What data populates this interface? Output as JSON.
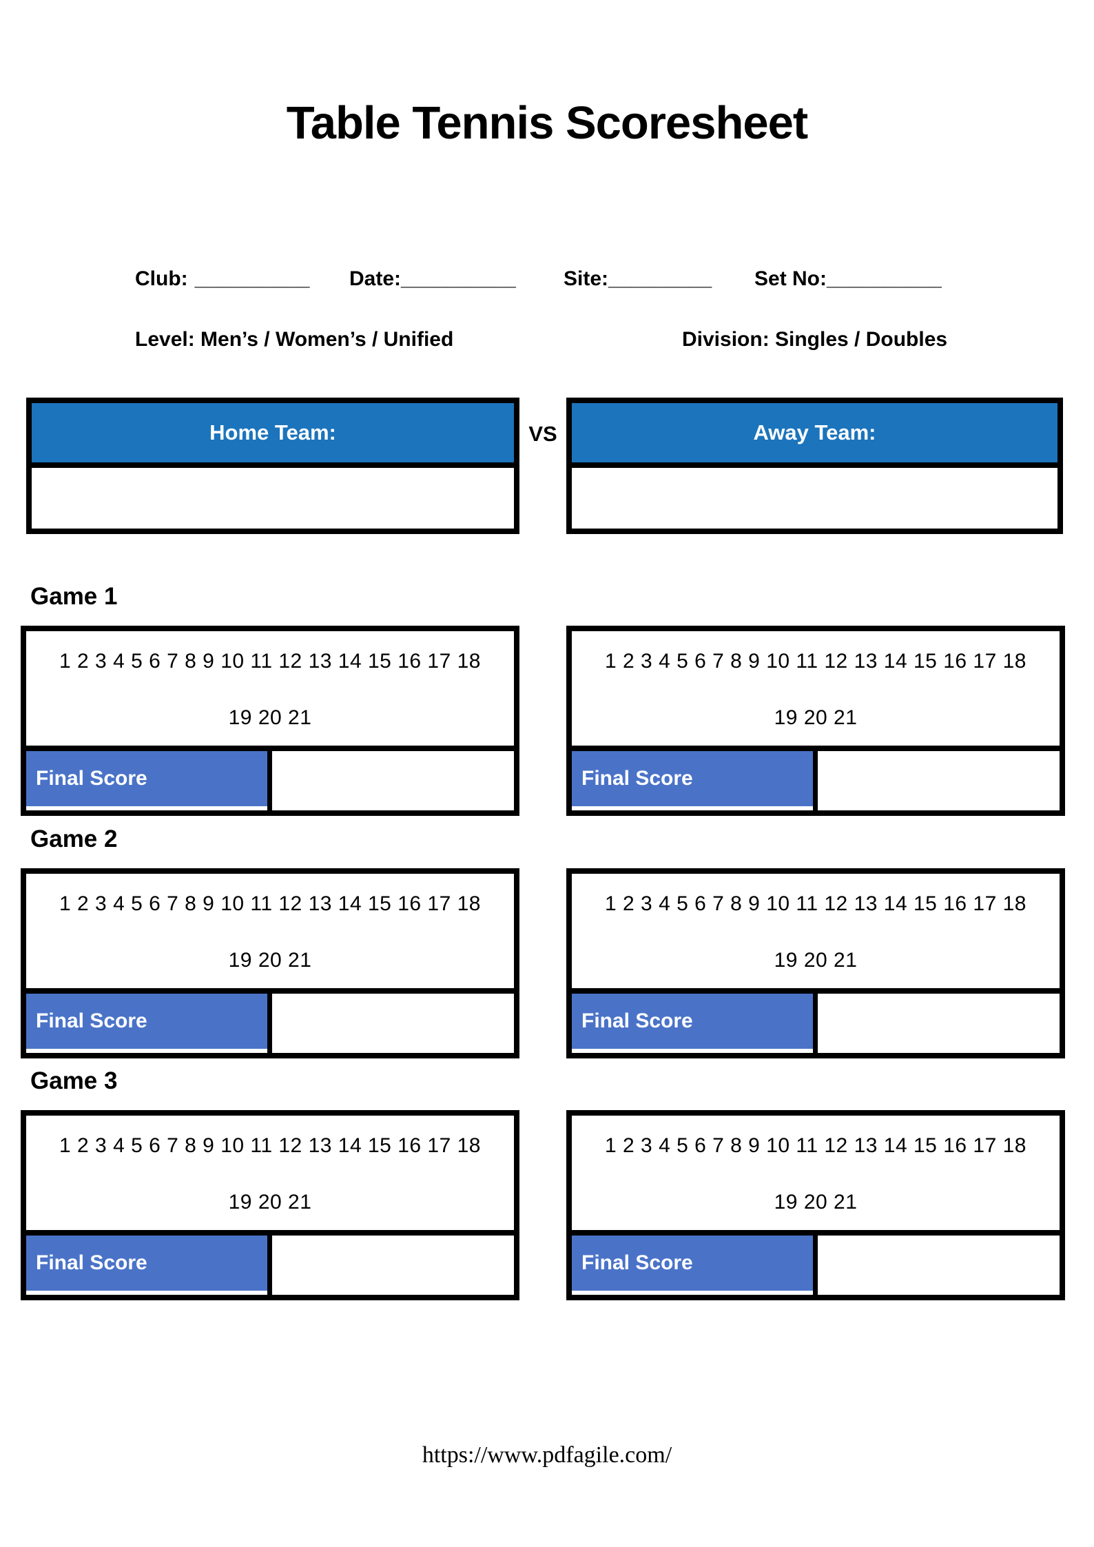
{
  "document": {
    "title": "Table Tennis Scoresheet",
    "footer_url": "https://www.pdfagile.com/"
  },
  "meta": {
    "fields": [
      {
        "label": "Club:",
        "blank": "__________"
      },
      {
        "label": "Date:",
        "blank": "__________"
      },
      {
        "label": "Site:",
        "blank": "_________"
      },
      {
        "label": "Set No:",
        "blank": "__________"
      }
    ],
    "level": "Level: Men’s / Women’s / Unified",
    "division": "Division: Singles / Doubles"
  },
  "teams": {
    "vs": "VS",
    "home": {
      "label": "Home Team:",
      "name": ""
    },
    "away": {
      "label": "Away Team:",
      "name": ""
    }
  },
  "scoring": {
    "points_line1": "1 2 3 4 5 6 7 8 9 10 11 12 13 14 15 16 17 18",
    "points_line2": "19 20 21",
    "final_score_label": "Final Score"
  },
  "games": [
    {
      "label": "Game 1"
    },
    {
      "label": "Game 2"
    },
    {
      "label": "Game 3"
    }
  ],
  "colors": {
    "team_header_blue": "#1b74bc",
    "final_score_blue": "#4a73c8",
    "border_black": "#000000"
  }
}
